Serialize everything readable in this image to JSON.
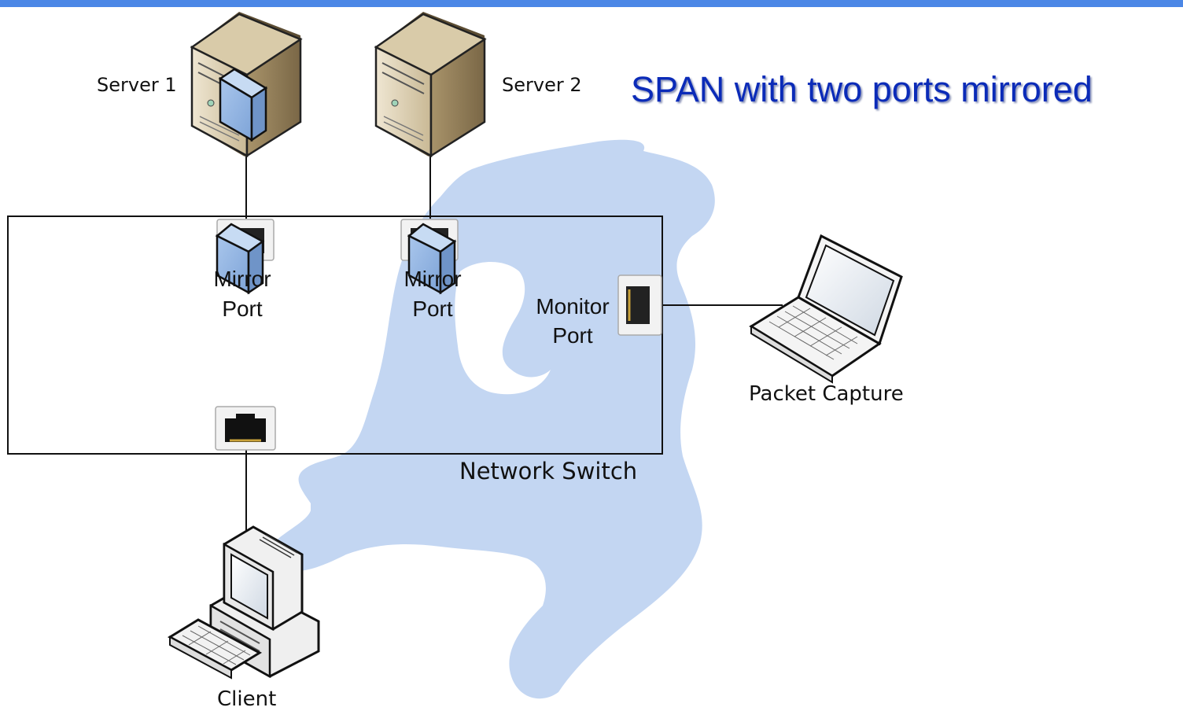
{
  "title": "SPAN with two ports mirrored",
  "colors": {
    "top_bar": "#4b87e6",
    "title": "#0b2bb8",
    "map_fill": "#c3d6f2",
    "mirror_device": "#9fbde6"
  },
  "nodes": {
    "server1": {
      "label": "Server 1",
      "icon": "server-tower-icon"
    },
    "server2": {
      "label": "Server 2",
      "icon": "server-tower-icon"
    },
    "switch": {
      "label": "Network Switch"
    },
    "mirror_port_1": {
      "line1": "Mirror",
      "line2": "Port",
      "icon": "ethernet-port-icon"
    },
    "mirror_port_2": {
      "line1": "Mirror",
      "line2": "Port",
      "icon": "ethernet-port-icon"
    },
    "monitor_port": {
      "line1": "Monitor",
      "line2": "Port",
      "icon": "ethernet-port-icon"
    },
    "client_port": {
      "icon": "ethernet-port-icon"
    },
    "packet_capture": {
      "label": "Packet Capture",
      "icon": "laptop-icon"
    },
    "client": {
      "label": "Client",
      "icon": "desktop-computer-icon"
    }
  },
  "background_image": "netherlands-map-silhouette"
}
